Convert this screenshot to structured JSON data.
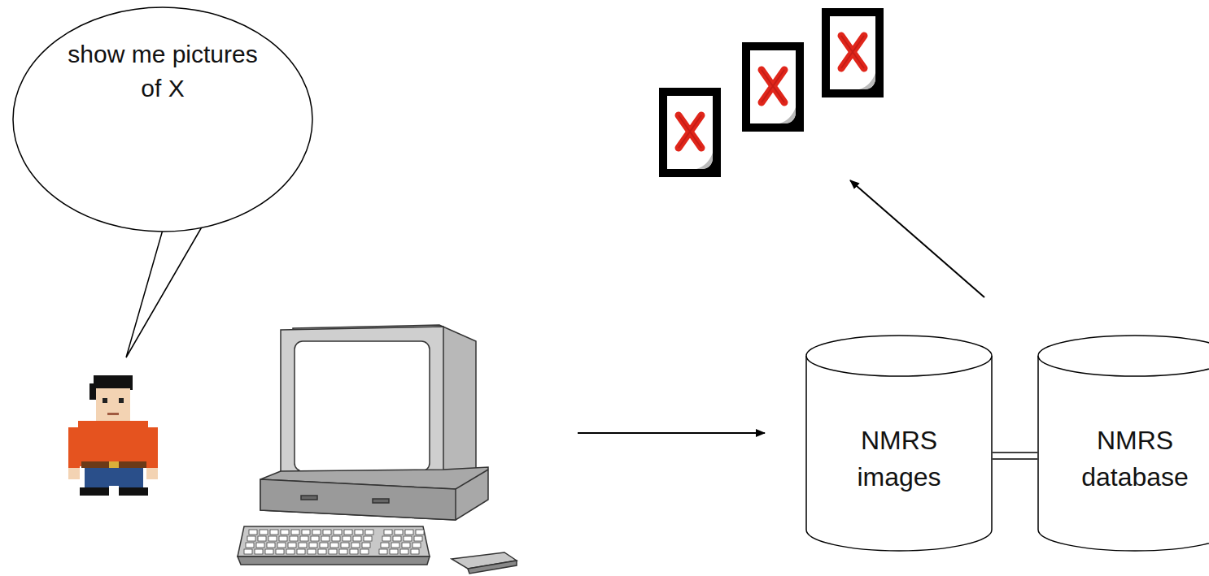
{
  "diagram": {
    "nodes": [
      {
        "text": [
          "show me pictures of X"
        ]
      },
      {
        "text": [
          "NMRS images"
        ]
      },
      {
        "text": [
          "NMRS database"
        ]
      }
    ],
    "edges": [
      {
        "from": 1,
        "to": 2,
        "arrow": "none"
      }
    ]
  }
}
